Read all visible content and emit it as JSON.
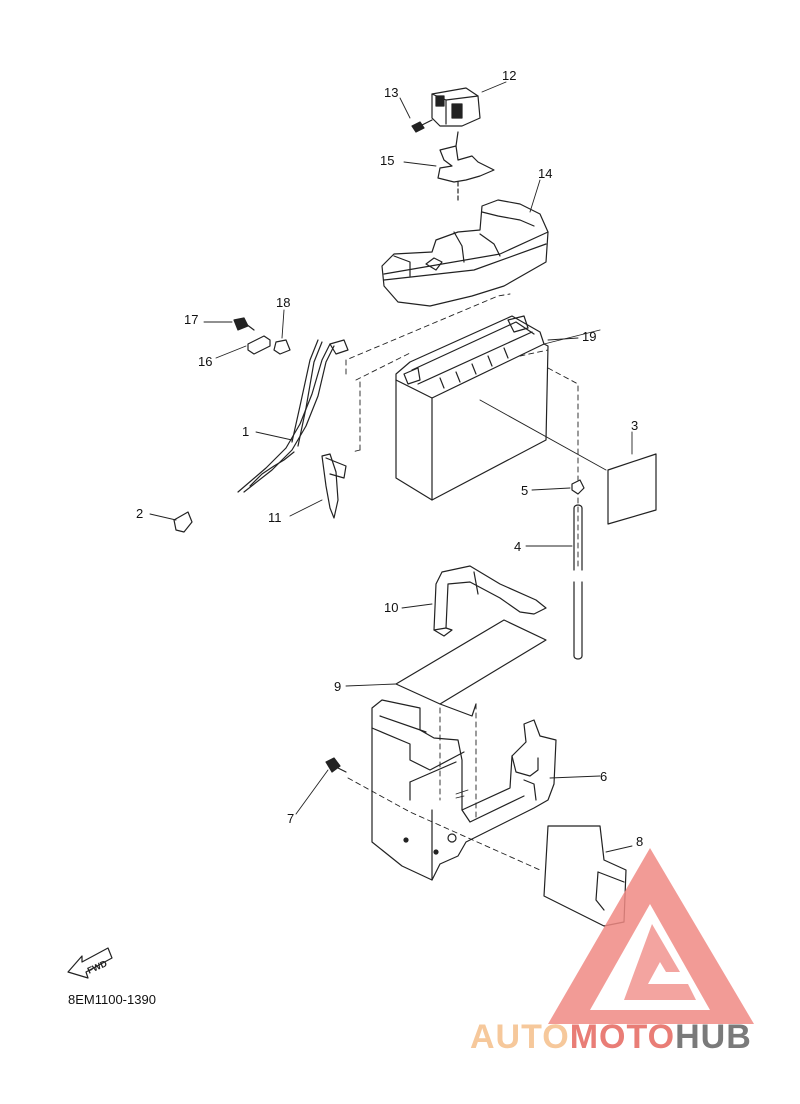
{
  "diagram_code": "8EM1100-1390",
  "fwd_arrow_text": "FWD",
  "watermark": {
    "part1": "AUTO",
    "part2": "MOTO",
    "part3": "HUB",
    "color_part1": "#f6c89b",
    "color_part2": "#e97d76",
    "color_part3": "#7a7a7a"
  },
  "callouts": {
    "p1": "1",
    "p2": "2",
    "p3": "3",
    "p4": "4",
    "p5": "5",
    "p6": "6",
    "p7": "7",
    "p8": "8",
    "p9": "9",
    "p10": "10",
    "p11": "11",
    "p12": "12",
    "p13": "13",
    "p14": "14",
    "p15": "15",
    "p16": "16",
    "p17": "17",
    "p18": "18",
    "p19": "19"
  }
}
